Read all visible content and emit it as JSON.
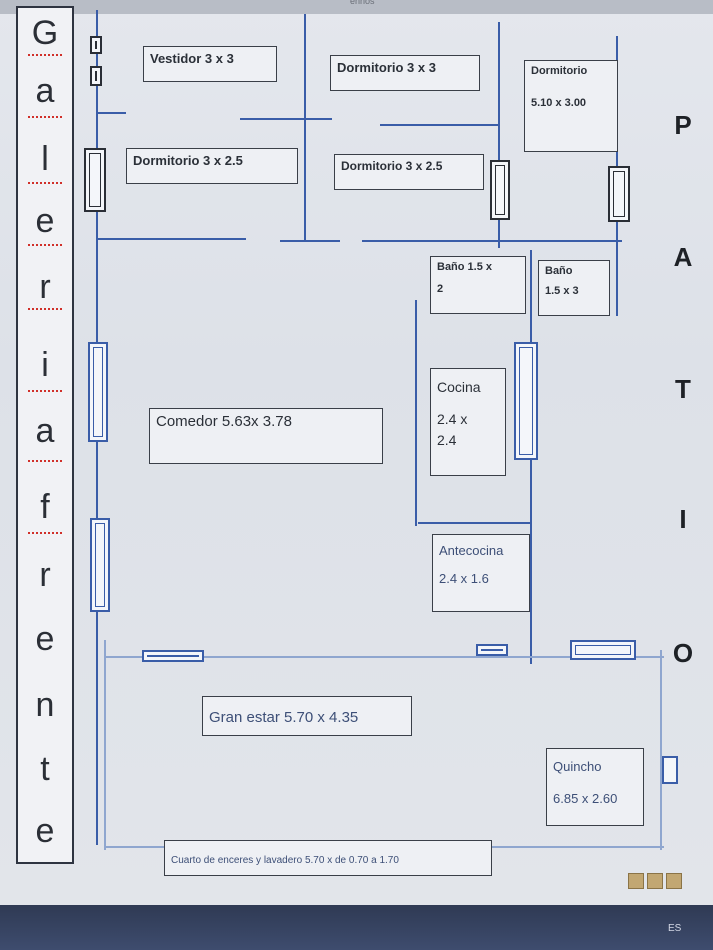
{
  "window": {
    "title": "ennos"
  },
  "galeria": {
    "letters": [
      "G",
      "a",
      "l",
      "e",
      "r",
      "i",
      "a",
      "f",
      "r",
      "e",
      "n",
      "t",
      "e"
    ]
  },
  "patio": {
    "letters": [
      "P",
      "A",
      "T",
      "I",
      "O"
    ]
  },
  "rooms": {
    "vestidor": {
      "line1": "Vestidor 3 x 3"
    },
    "dorm_top": {
      "line1": "Dormitorio 3 x 3"
    },
    "dorm_right": {
      "line1": "Dormitorio",
      "line2": "5.10 x 3.00"
    },
    "dorm_left": {
      "line1": "Dormitorio 3 x 2.5"
    },
    "dorm_mid": {
      "line1": "Dormitorio 3 x 2.5"
    },
    "bano1": {
      "line1": "Baño 1.5 x",
      "line2": "2"
    },
    "bano2": {
      "line1": "Baño",
      "line2": "1.5 x 3"
    },
    "comedor": {
      "line1": "Comedor 5.63x 3.78"
    },
    "cocina": {
      "line1": "Cocina",
      "line2": "2.4 x",
      "line3": "2.4"
    },
    "antecocina": {
      "line1": "Antecocina",
      "line2": "2.4 x 1.6"
    },
    "granestar": {
      "line1": "Gran estar 5.70 x 4.35"
    },
    "quincho": {
      "line1": "Quincho",
      "line2": "6.85 x 2.60"
    },
    "cuarto": {
      "line1": "Cuarto de enceres y lavadero 5.70 x de 0.70 a 1.70"
    }
  },
  "taskbar": {
    "lang": "ES"
  },
  "colors": {
    "wall": "#3a5da8",
    "label_border": "#3a3f48",
    "taskbar": "#2f3a54"
  }
}
